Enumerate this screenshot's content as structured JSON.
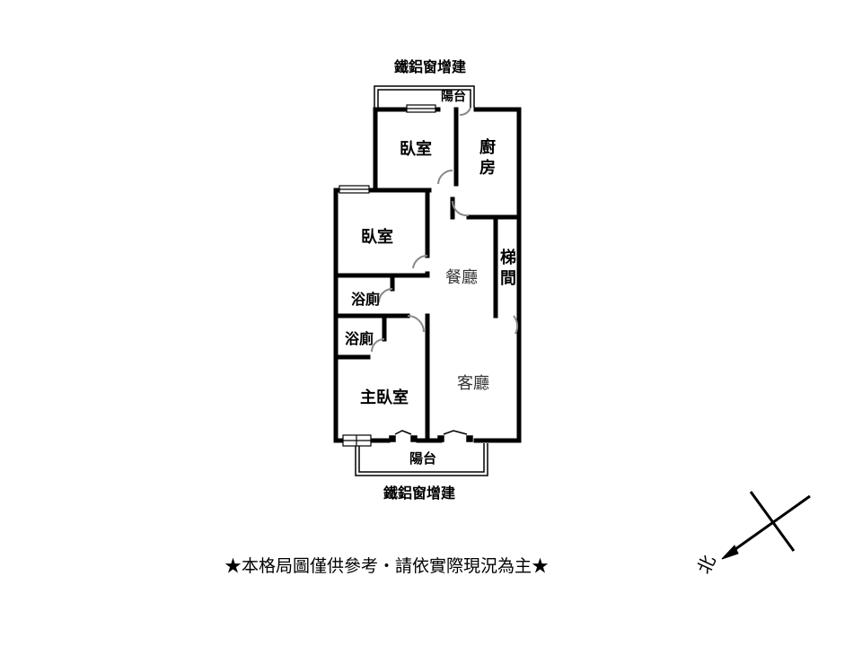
{
  "rooms": {
    "bedroom_top": "臥室",
    "kitchen_line1": "廚",
    "kitchen_line2": "房",
    "bedroom_mid": "臥室",
    "stair_line1": "梯",
    "stair_line2": "間",
    "dining": "餐廳",
    "bath_1": "浴廁",
    "bath_2": "浴廁",
    "master_bedroom": "主臥室",
    "living": "客廳"
  },
  "balconies": {
    "top_balcony": "陽台",
    "bottom_balcony": "陽台",
    "top_addition": "鐵鋁窗增建",
    "bottom_addition": "鐵鋁窗增建"
  },
  "compass": {
    "north_label": "北"
  },
  "disclaimer": "★本格局圖僅供參考・請依實際現況為主★",
  "colors": {
    "wall": "#000000",
    "door": "#888888",
    "background": "#ffffff"
  }
}
